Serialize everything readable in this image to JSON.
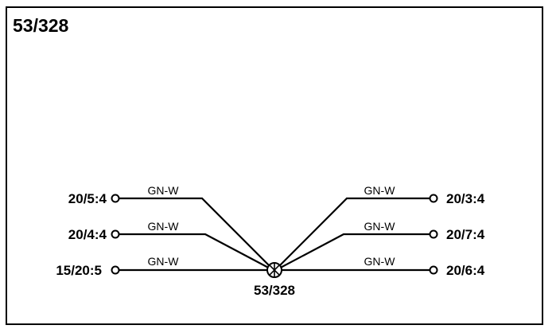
{
  "title": "53/328",
  "splice": {
    "label": "53/328",
    "icon": "splice-junction-icon"
  },
  "connections_left": [
    {
      "pin": "20/5:4",
      "wire_color": "GN-W"
    },
    {
      "pin": "20/4:4",
      "wire_color": "GN-W"
    },
    {
      "pin": "15/20:5",
      "wire_color": "GN-W"
    }
  ],
  "connections_right": [
    {
      "pin": "20/3:4",
      "wire_color": "GN-W"
    },
    {
      "pin": "20/7:4",
      "wire_color": "GN-W"
    },
    {
      "pin": "20/6:4",
      "wire_color": "GN-W"
    }
  ]
}
